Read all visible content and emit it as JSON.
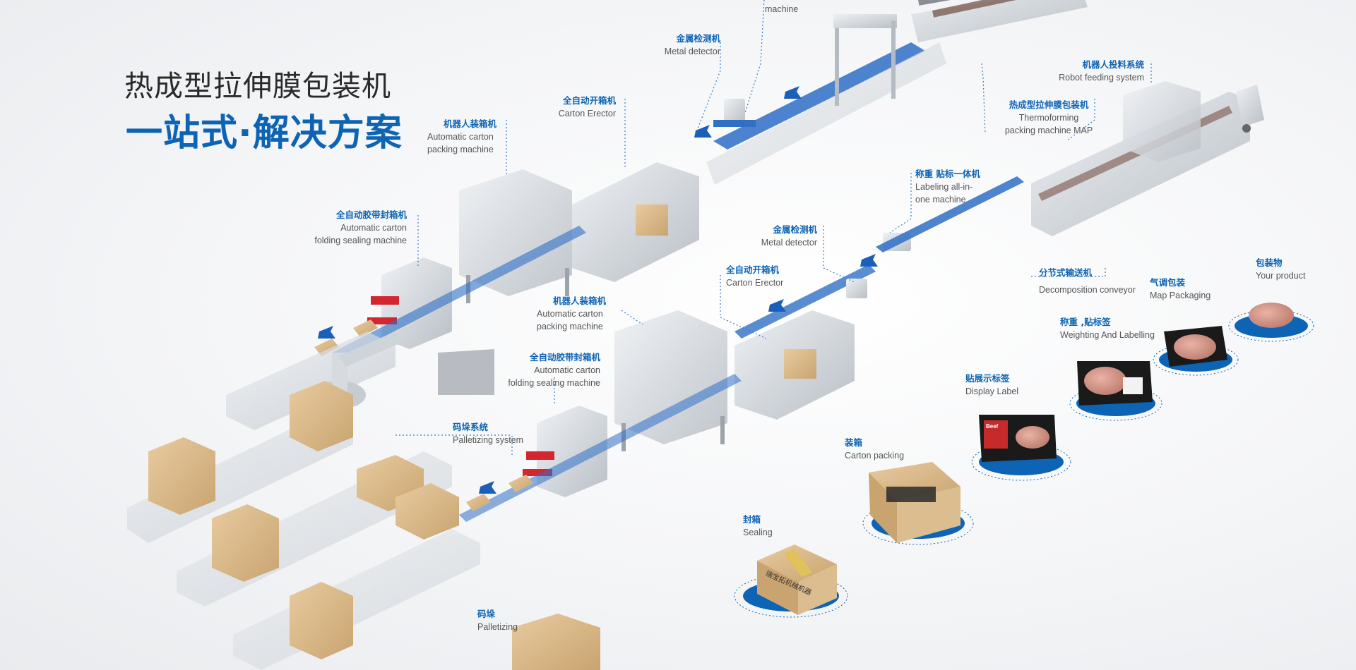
{
  "title": {
    "line1": "热成型拉伸膜包装机",
    "line2": "一站式·解决方案"
  },
  "colors": {
    "accent_blue": "#0d63b4",
    "conveyor_blue": "#2f6fc6",
    "carton_tan": "#d9b98c",
    "machine_steel": "#cfd4d9",
    "guard_red": "#d32630"
  },
  "labels": {
    "top_machine": {
      "cn": "",
      "en": "machine"
    },
    "metal_detector_top": {
      "cn": "金属检测机",
      "en": "Metal detector"
    },
    "carton_erector_top": {
      "cn": "全自动开箱机",
      "en": "Carton Erector"
    },
    "robot_packer_top": {
      "cn": "机器人装箱机",
      "en": "Automatic carton\npacking machine"
    },
    "sealer_top": {
      "cn": "全自动胶带封箱机",
      "en": "Automatic carton\nfolding sealing machine"
    },
    "robot_feeding": {
      "cn": "机器人投料系统",
      "en": "Robot feeding system"
    },
    "thermoforming": {
      "cn": "热成型拉伸膜包装机",
      "en": "Thermoforming\npacking machine MAP"
    },
    "labeling_all_in_one": {
      "cn": "称重  贴标一体机",
      "en": "Labeling all-in-\none machine"
    },
    "metal_detector_mid": {
      "cn": "金属检测机",
      "en": "Metal detector"
    },
    "carton_erector_mid": {
      "cn": "全自动开箱机",
      "en": "Carton Erector"
    },
    "robot_packer_mid": {
      "cn": "机器人装箱机",
      "en": "Automatic carton\npacking machine"
    },
    "sealer_mid": {
      "cn": "全自动胶带封箱机",
      "en": "Automatic carton\nfolding sealing machine"
    },
    "palletizing_system": {
      "cn": "码垛系统",
      "en": "Palletizing system"
    },
    "decomposition_conveyor": {
      "cn": "分节式输送机",
      "en": "Decomposition conveyor"
    }
  },
  "steps": [
    {
      "cn": "包装物",
      "en": "Your product"
    },
    {
      "cn": "气调包装",
      "en": "Map Packaging"
    },
    {
      "cn": "称重 ,贴标签",
      "en": "Weighting And Labelling"
    },
    {
      "cn": "贴展示标签",
      "en": "Display Label"
    },
    {
      "cn": "装箱",
      "en": "Carton packing"
    },
    {
      "cn": "封箱",
      "en": "Sealing"
    },
    {
      "cn": "码垛",
      "en": "Palletizing"
    }
  ],
  "box_print": "瑞宝拓机械机器",
  "tray_label": "Beef"
}
